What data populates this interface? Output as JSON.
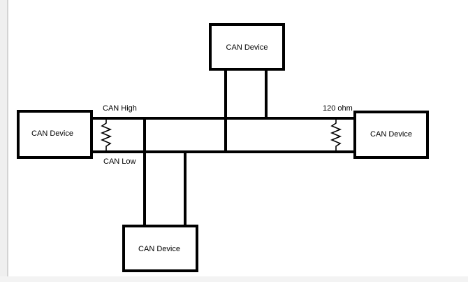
{
  "diagram": {
    "devices": [
      {
        "label": "CAN Device"
      },
      {
        "label": "CAN Device"
      },
      {
        "label": "CAN Device"
      },
      {
        "label": "CAN Device"
      }
    ],
    "labels": {
      "can_high": "CAN High",
      "can_low": "CAN Low",
      "resistor": "120 ohm"
    },
    "colors": {
      "stroke": "#000000",
      "background": "#ffffff",
      "frame_left": "#d9d9d9"
    }
  }
}
